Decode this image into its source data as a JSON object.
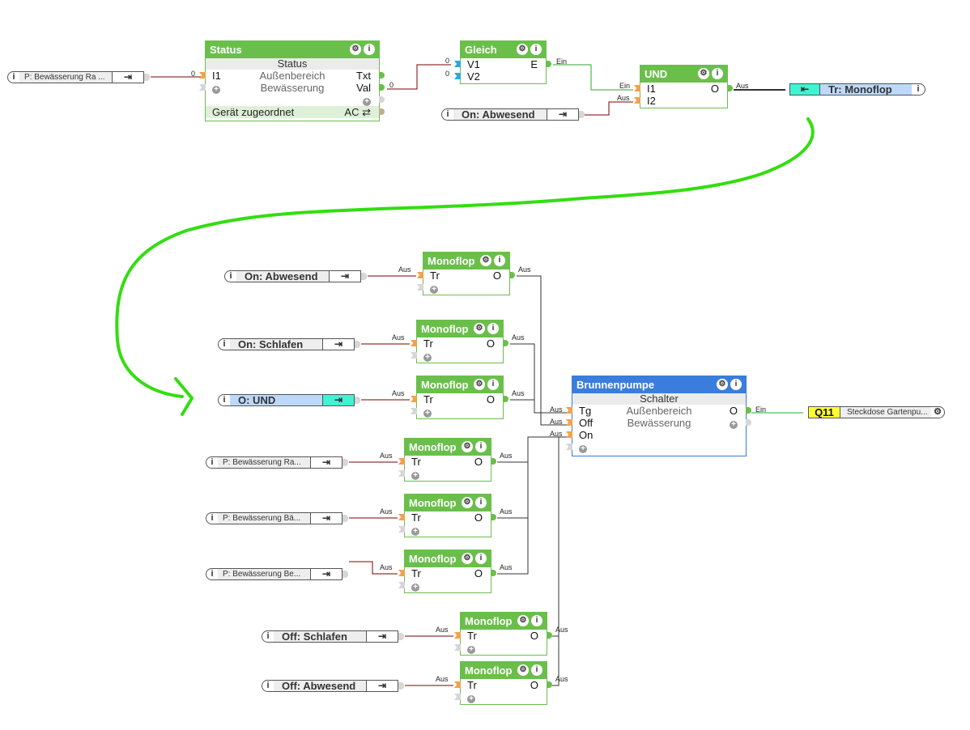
{
  "top": {
    "input_ref": {
      "label": "P: Bewässerung Ra ...",
      "value": "0"
    },
    "status_block": {
      "title": "Status",
      "subtitle": "Status",
      "inputs": [
        "I1"
      ],
      "room": "Außenbereich",
      "function": "Bewässerung",
      "outputs": [
        "Txt",
        "Val"
      ],
      "val_out": "0",
      "footer_left": "Gerät zugeordnet",
      "footer_right": "AC ⇄"
    },
    "gleich_block": {
      "title": "Gleich",
      "inputs": [
        "V1",
        "V2"
      ],
      "input_values": [
        "0",
        "0"
      ],
      "output": "E",
      "output_value": "Ein"
    },
    "on_abwesend_ref": {
      "label": "On: Abwesend",
      "value": "Aus"
    },
    "und_block": {
      "title": "UND",
      "inputs": [
        "I1",
        "I2"
      ],
      "input_values": [
        "Ein",
        "Aus"
      ],
      "output": "O",
      "output_value": "Aus"
    },
    "tr_monoflop_ref": {
      "label": "Tr: Monoflop"
    }
  },
  "monoflops": [
    {
      "ref": "On: Abwesend",
      "title": "Monoflop",
      "input": "Tr",
      "output": "O",
      "in_value": "Aus",
      "out_value": "Aus"
    },
    {
      "ref": "On: Schlafen",
      "title": "Monoflop",
      "input": "Tr",
      "output": "O",
      "in_value": "Aus",
      "out_value": "Aus"
    },
    {
      "ref": "O: UND",
      "title": "Monoflop",
      "input": "Tr",
      "output": "O",
      "in_value": "Aus",
      "out_value": "Aus"
    },
    {
      "ref": "P: Bewässerung Ra...",
      "title": "Monoflop",
      "input": "Tr",
      "output": "O",
      "in_value": "Aus",
      "out_value": "Aus"
    },
    {
      "ref": "P: Bewässerung Bä...",
      "title": "Monoflop",
      "input": "Tr",
      "output": "O",
      "in_value": "Aus",
      "out_value": "Aus"
    },
    {
      "ref": "P: Bewässerung Be...",
      "title": "Monoflop",
      "input": "Tr",
      "output": "O",
      "in_value": "Aus",
      "out_value": "Aus"
    },
    {
      "ref": "Off: Schlafen",
      "title": "Monoflop",
      "input": "Tr",
      "output": "O",
      "in_value": "Aus",
      "out_value": "Aus"
    },
    {
      "ref": "Off: Abwesend",
      "title": "Monoflop",
      "input": "Tr",
      "output": "O",
      "in_value": "Aus",
      "out_value": "Aus"
    }
  ],
  "brunnenpumpe": {
    "title": "Brunnenpumpe",
    "subtitle": "Schalter",
    "inputs": [
      "Tg",
      "Off",
      "On"
    ],
    "input_values": [
      "Aus",
      "Aus",
      "Aus"
    ],
    "room": "Außenbereich",
    "function": "Bewässerung",
    "output": "O",
    "output_value": "Ein"
  },
  "q11": {
    "code": "Q11",
    "label": "Steckdose Gartenpu..."
  },
  "icons": {
    "info": "i",
    "gear": "⚙",
    "plus": "+",
    "link_out": "⇥",
    "link_in": "⇤"
  },
  "colors": {
    "block_header": "#6abf4b",
    "blue_header": "#3b7ddd",
    "annotation": "#33dd11",
    "wire_off": "#7a0000",
    "wire_on": "#2ea52e"
  }
}
